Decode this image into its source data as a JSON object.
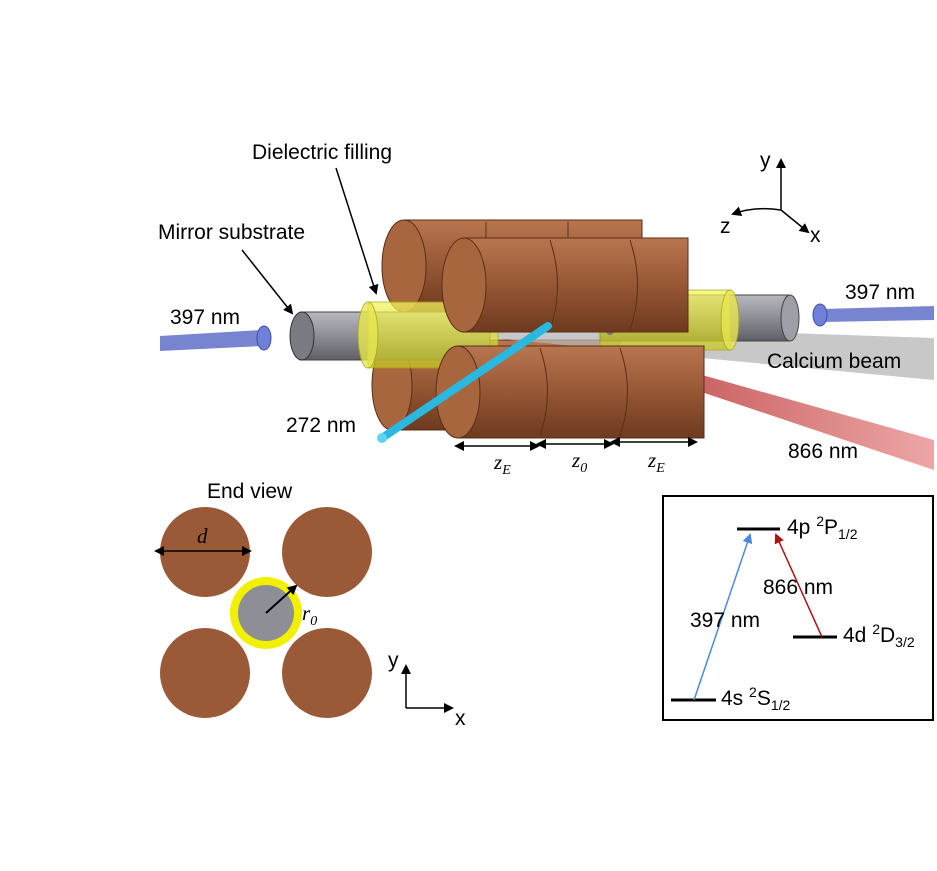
{
  "labels": {
    "dielectric_filling": "Dielectric filling",
    "mirror_substrate": "Mirror substrate",
    "laser_397_left": "397 nm",
    "laser_397_right": "397 nm",
    "calcium_beam": "Calcium beam",
    "laser_272": "272 nm",
    "laser_866": "866 nm",
    "end_view": "End view"
  },
  "dimensions": {
    "z_left": "z",
    "z_left_sub": "E",
    "z_center": "z",
    "z_center_sub": "0",
    "z_right": "z",
    "z_right_sub": "E",
    "rod_diameter": "d",
    "radius": "r",
    "radius_sub": "0"
  },
  "axes_3d": {
    "y": "y",
    "z": "z",
    "x": "x"
  },
  "axes_2d": {
    "y": "y",
    "x": "x"
  },
  "energy_levels": {
    "p_level": {
      "prefix": "4p ",
      "sup": "2",
      "term": "P",
      "sub": "1/2"
    },
    "d_level": {
      "prefix": "4d ",
      "sup": "2",
      "term": "D",
      "sub": "3/2"
    },
    "s_level": {
      "prefix": "4s ",
      "sup": "2",
      "term": "S",
      "sub": "1/2"
    },
    "transition_397": "397 nm",
    "transition_866": "866 nm"
  },
  "colors": {
    "rod": "#9b5a37",
    "rod_dark": "#6e3a1f",
    "rod_light": "#b87650",
    "dielectric": "#e6e63a",
    "substrate": "#8e8e96",
    "laser_397": "#5f6fc8",
    "laser_272": "#28b8e0",
    "laser_866": "#d04545",
    "calcium_beam": "#b5b5b5",
    "arrow_397_level": "#4a8ae0",
    "arrow_866_level": "#b01010"
  }
}
